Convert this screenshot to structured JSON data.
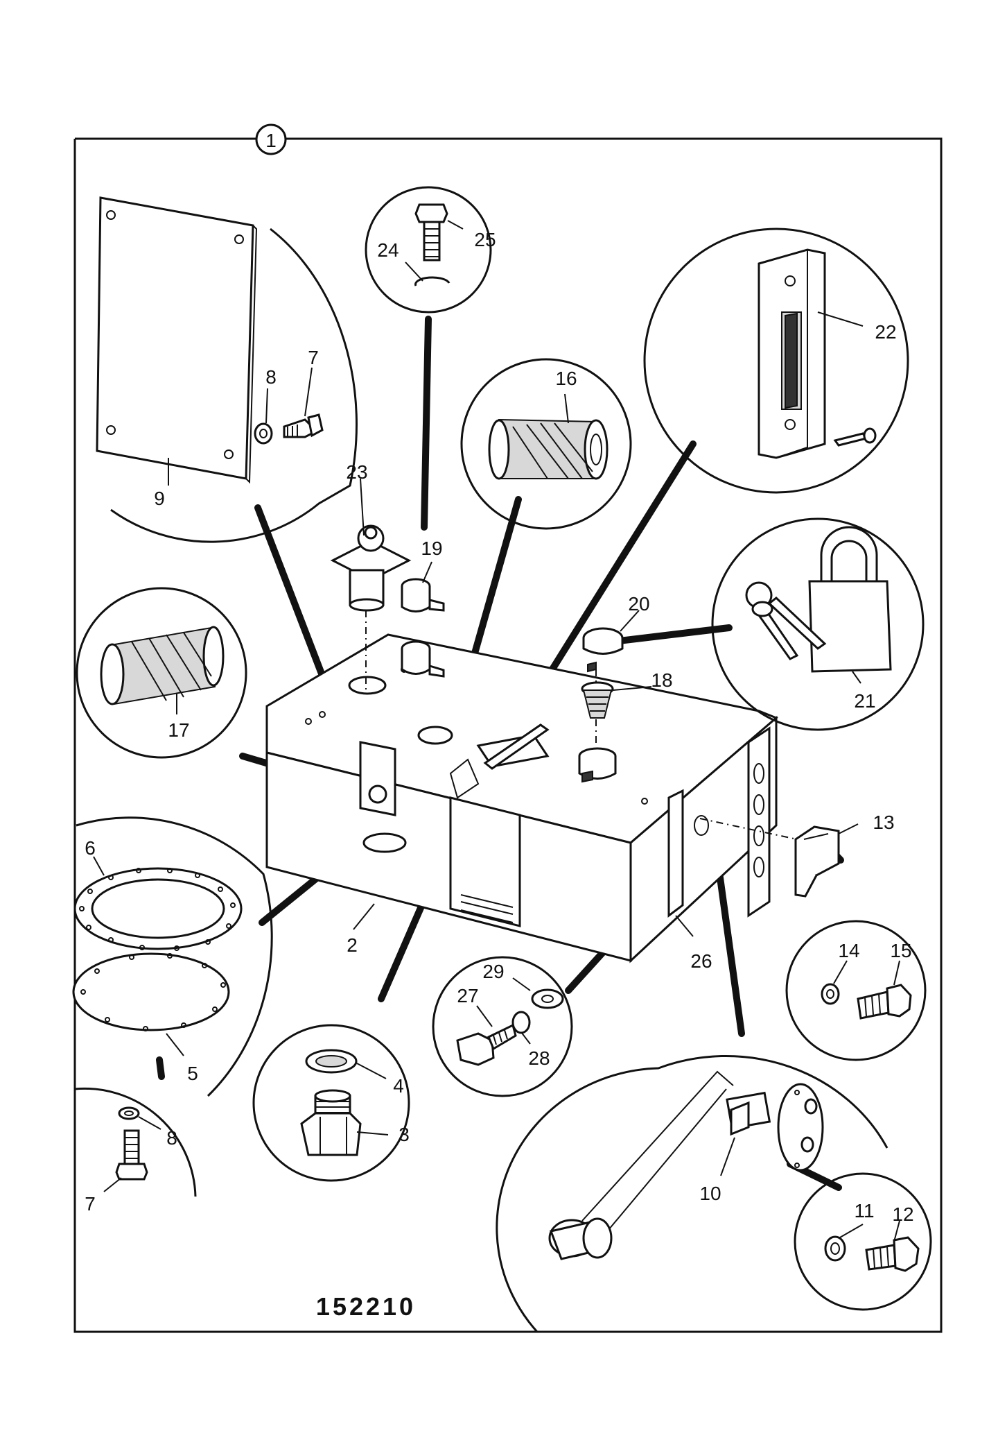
{
  "assembly": {
    "callout": "1",
    "drawing_number": "152210"
  },
  "callouts": {
    "c2": "2",
    "c3": "3",
    "c4": "4",
    "c5": "5",
    "c6": "6",
    "c7a": "7",
    "c7b": "7",
    "c8a": "8",
    "c8b": "8",
    "c9": "9",
    "c10": "10",
    "c11": "11",
    "c12": "12",
    "c13": "13",
    "c14": "14",
    "c15": "15",
    "c16": "16",
    "c17": "17",
    "c18": "18",
    "c19": "19",
    "c20": "20",
    "c21": "21",
    "c22": "22",
    "c23": "23",
    "c24": "24",
    "c25": "25",
    "c26": "26",
    "c27": "27",
    "c28": "28",
    "c29": "29"
  },
  "icons": {
    "tank": "fuel-tank-icon",
    "cover_plate": "cover-plate-icon",
    "gauge": "sight-gauge-icon",
    "padlock": "padlock-icon",
    "sender": "fuel-sender-icon",
    "strainer": "strainer-icon",
    "plug": "drain-plug-icon"
  }
}
